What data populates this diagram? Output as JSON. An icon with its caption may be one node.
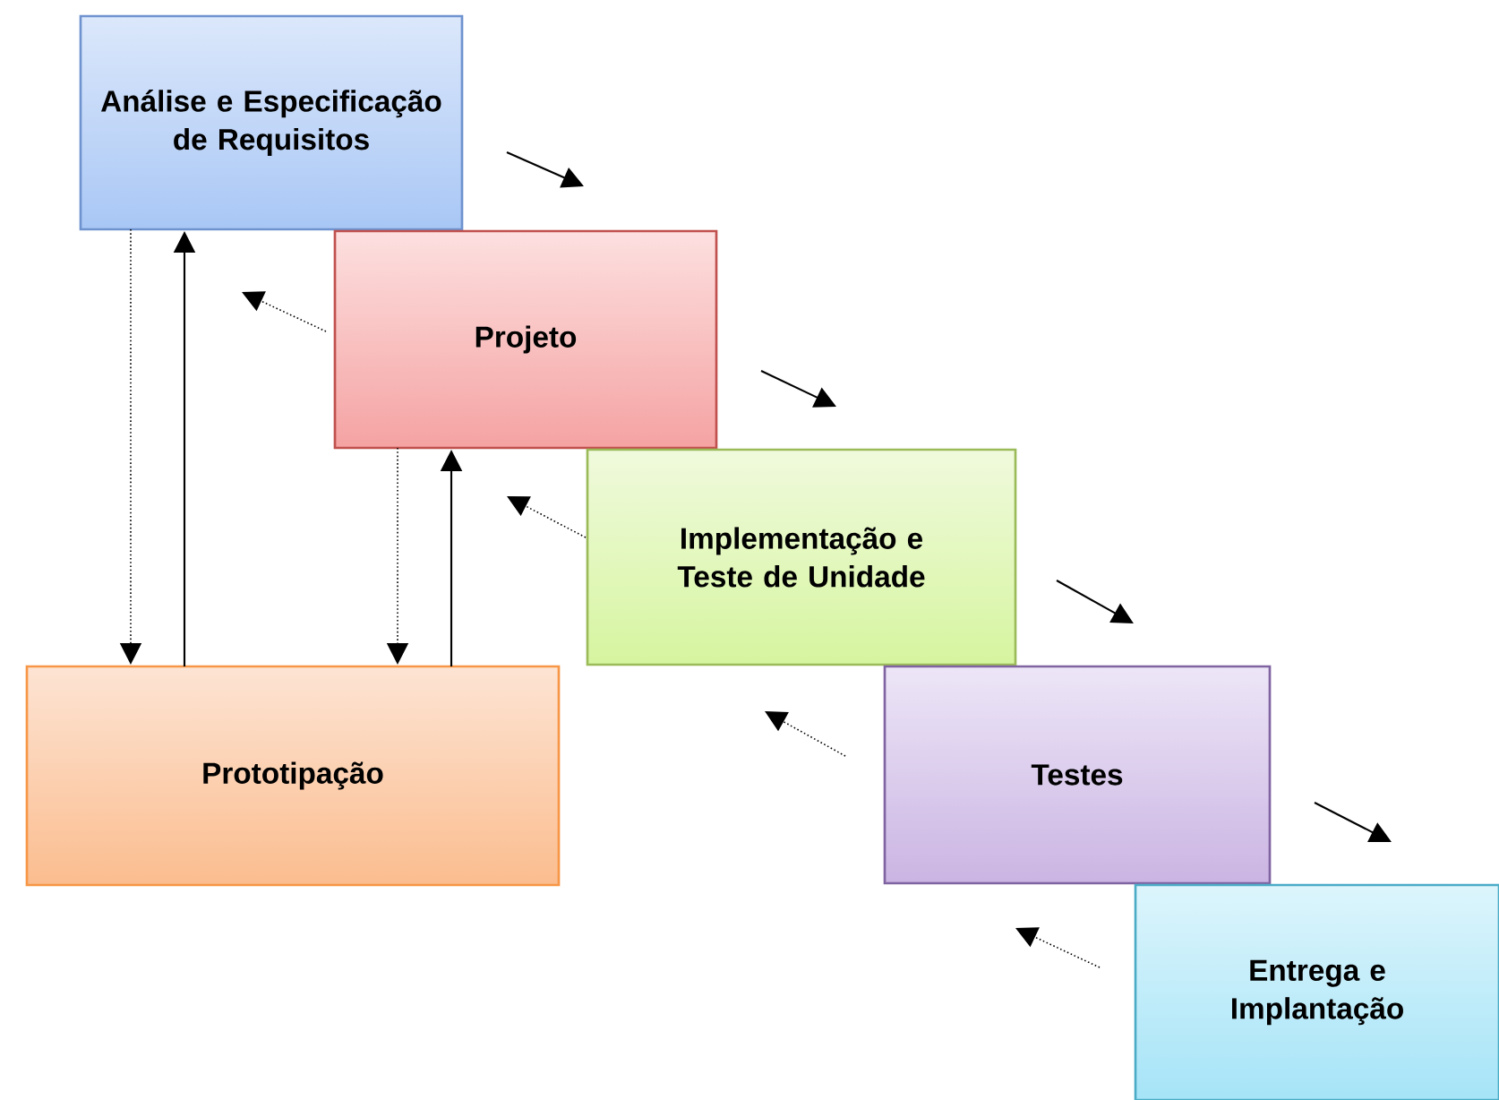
{
  "diagram": {
    "nodes": [
      {
        "text": [
          "Análise e Especificação de Requisitos"
        ]
      },
      {
        "text": [
          "Projeto"
        ]
      },
      {
        "text": [
          "Implementação e Teste de Unidade"
        ]
      },
      {
        "text": [
          "Testes"
        ]
      },
      {
        "text": [
          "Entrega e Implantação"
        ]
      },
      {
        "text": [
          "Prototipação"
        ]
      }
    ],
    "edges": [
      {
        "from": 0,
        "to": 1,
        "arrow": "to"
      },
      {
        "from": 1,
        "to": 2,
        "arrow": "to"
      },
      {
        "from": 2,
        "to": 3,
        "arrow": "to"
      },
      {
        "from": 3,
        "to": 4,
        "arrow": "to"
      },
      {
        "from": 1,
        "to": 0,
        "arrow": "to",
        "style": "dashed"
      },
      {
        "from": 2,
        "to": 1,
        "arrow": "to",
        "style": "dashed"
      },
      {
        "from": 3,
        "to": 2,
        "arrow": "to",
        "style": "dashed"
      },
      {
        "from": 4,
        "to": 3,
        "arrow": "to",
        "style": "dashed"
      },
      {
        "from": 0,
        "to": 5,
        "arrow": "to",
        "style": "dashed"
      },
      {
        "from": 5,
        "to": 0,
        "arrow": "to"
      },
      {
        "from": 1,
        "to": 5,
        "arrow": "to",
        "style": "dashed"
      },
      {
        "from": 5,
        "to": 1,
        "arrow": "to"
      }
    ]
  }
}
